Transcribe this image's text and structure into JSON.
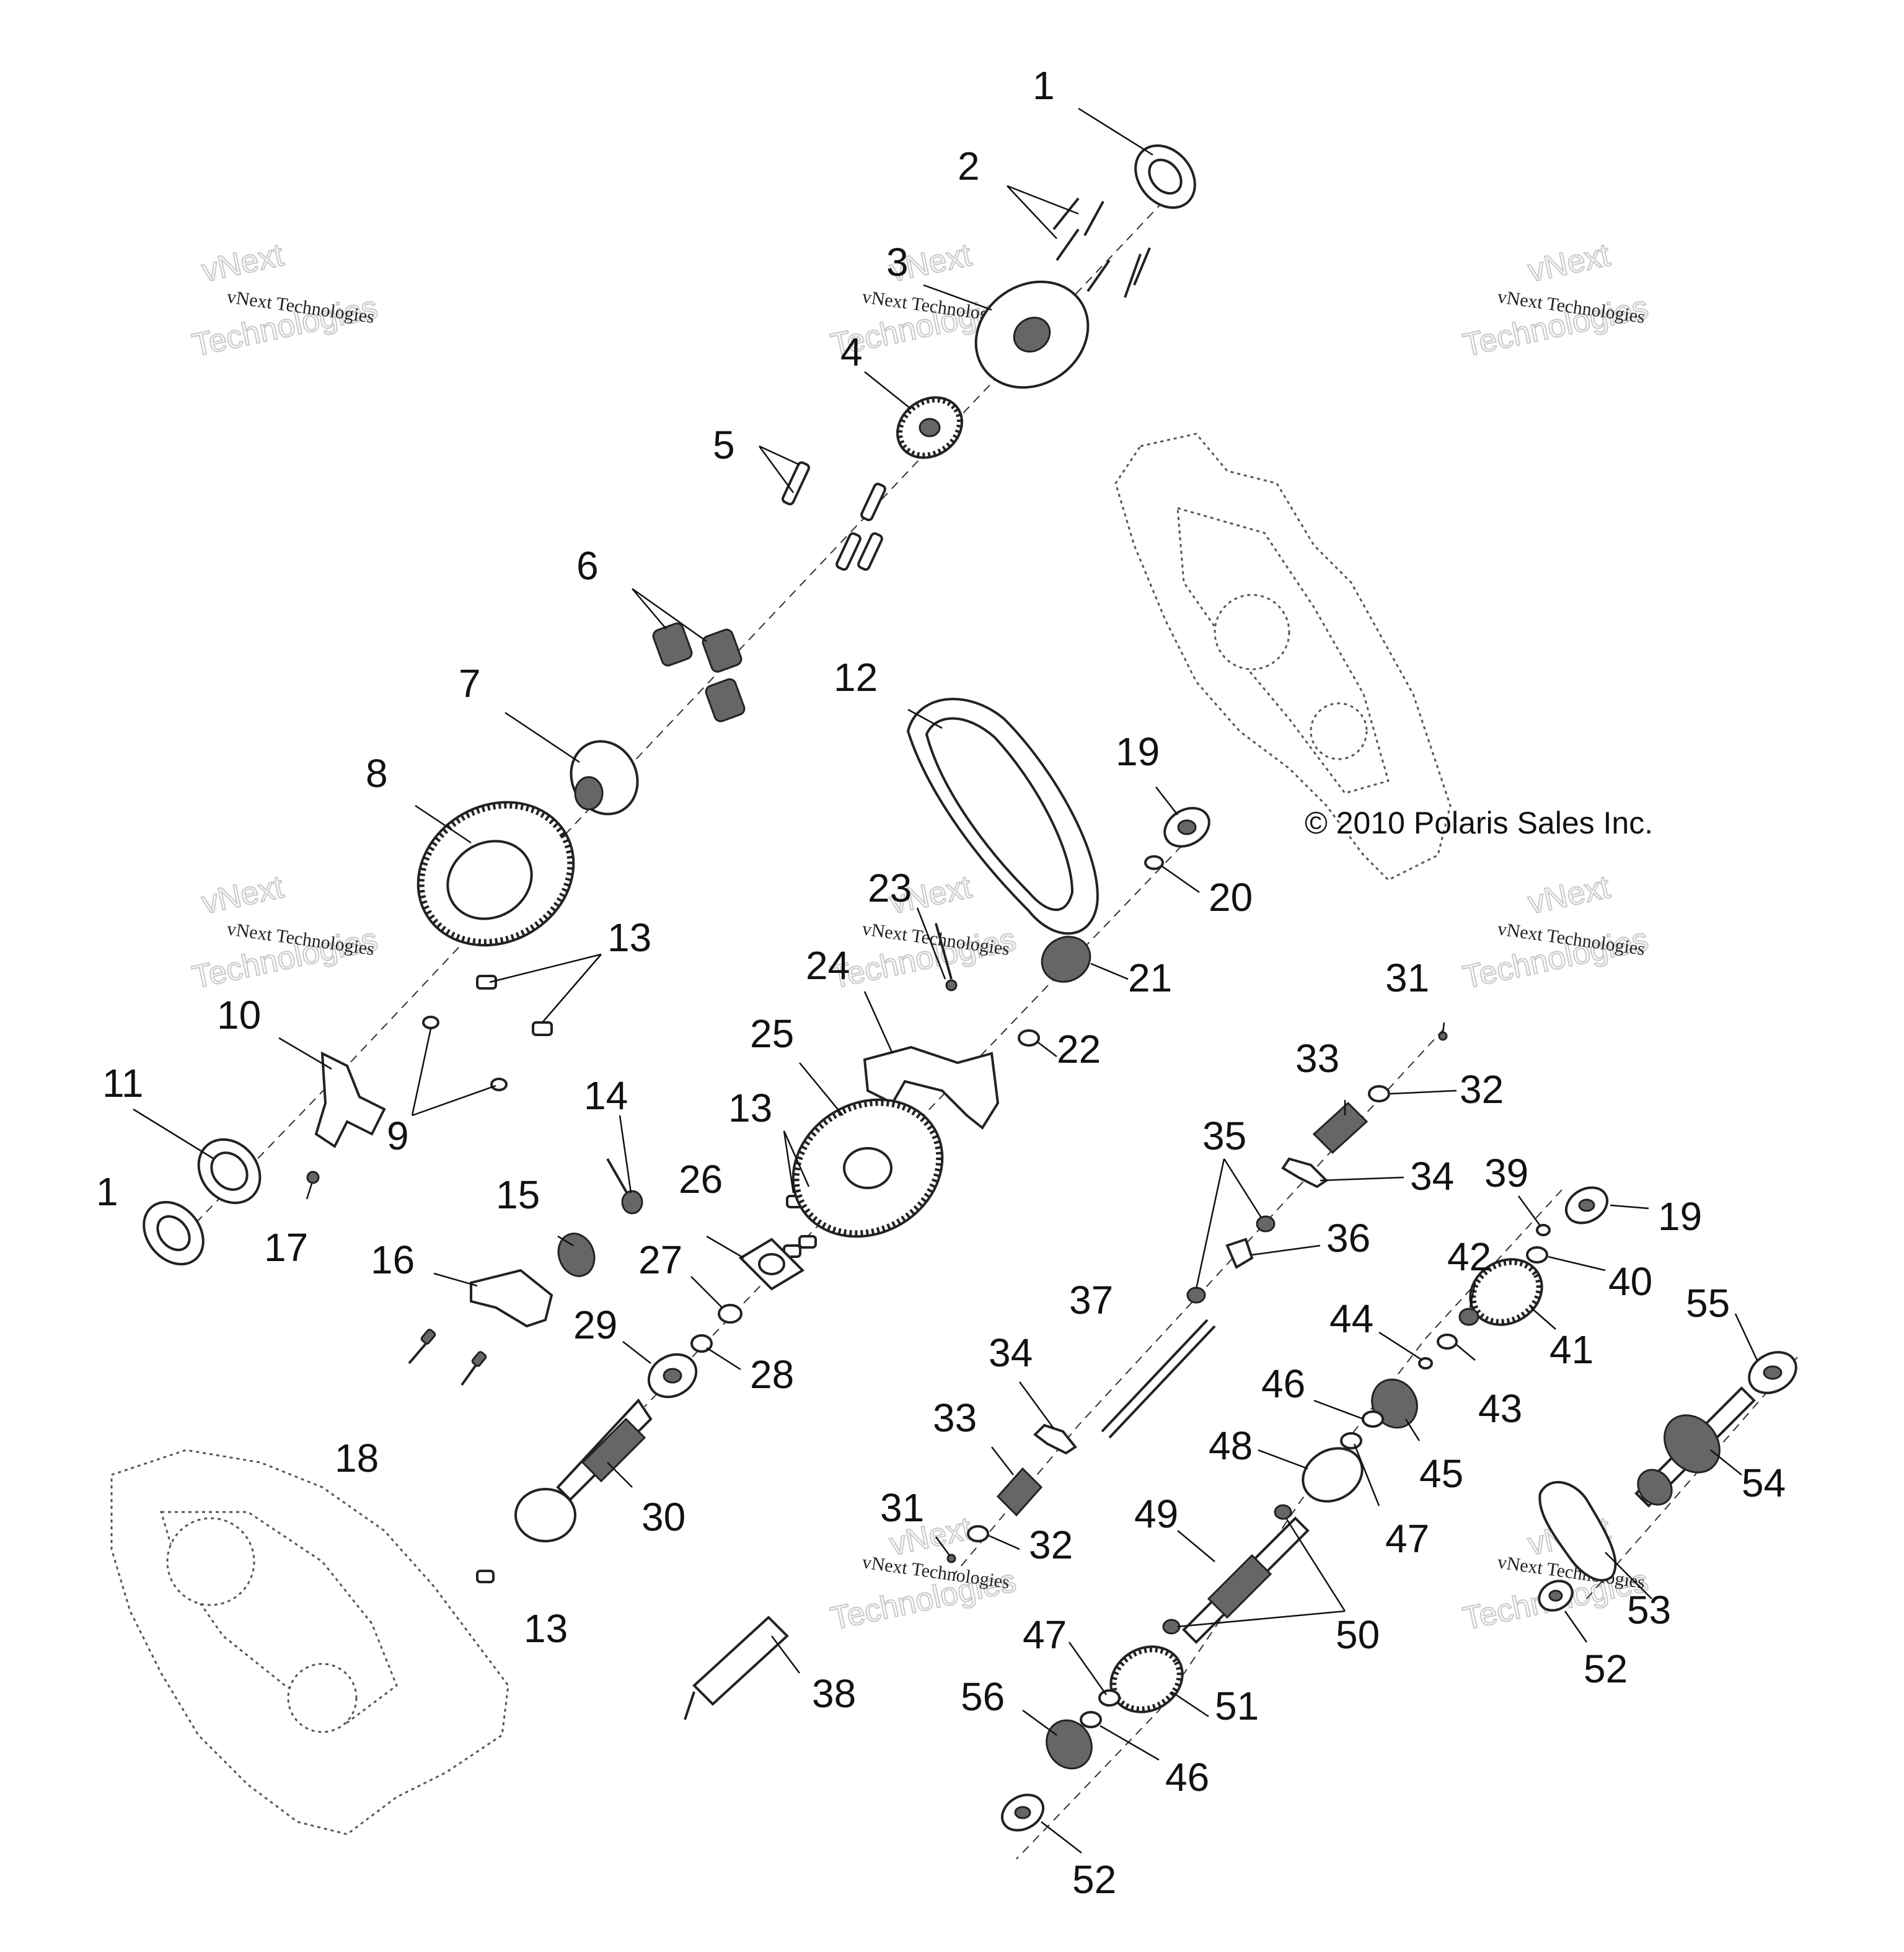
{
  "copyright": "© 2010 Polaris Sales Inc.",
  "watermark": {
    "line1": "vNext Technologies",
    "line2a": "vNext",
    "line2b": "Technologies"
  },
  "callouts": {
    "c1a": "1",
    "c1b": "1",
    "c2": "2",
    "c3": "3",
    "c4": "4",
    "c5": "5",
    "c6": "6",
    "c7": "7",
    "c8": "8",
    "c9": "9",
    "c10": "10",
    "c11": "11",
    "c12": "12",
    "c13a": "13",
    "c13b": "13",
    "c13c": "13",
    "c14": "14",
    "c15": "15",
    "c16": "16",
    "c17": "17",
    "c18": "18",
    "c19a": "19",
    "c19b": "19",
    "c20": "20",
    "c21": "21",
    "c22": "22",
    "c23": "23",
    "c24": "24",
    "c25": "25",
    "c26": "26",
    "c27": "27",
    "c28": "28",
    "c29": "29",
    "c30": "30",
    "c31a": "31",
    "c31b": "31",
    "c32a": "32",
    "c32b": "32",
    "c33a": "33",
    "c33b": "33",
    "c34a": "34",
    "c34b": "34",
    "c35": "35",
    "c36": "36",
    "c37": "37",
    "c38": "38",
    "c39": "39",
    "c40": "40",
    "c41": "41",
    "c42": "42",
    "c43": "43",
    "c44": "44",
    "c45": "45",
    "c46a": "46",
    "c46b": "46",
    "c47a": "47",
    "c47b": "47",
    "c48": "48",
    "c49": "49",
    "c50": "50",
    "c51": "51",
    "c52a": "52",
    "c52b": "52",
    "c53": "53",
    "c54": "54",
    "c55": "55",
    "c56": "56"
  }
}
